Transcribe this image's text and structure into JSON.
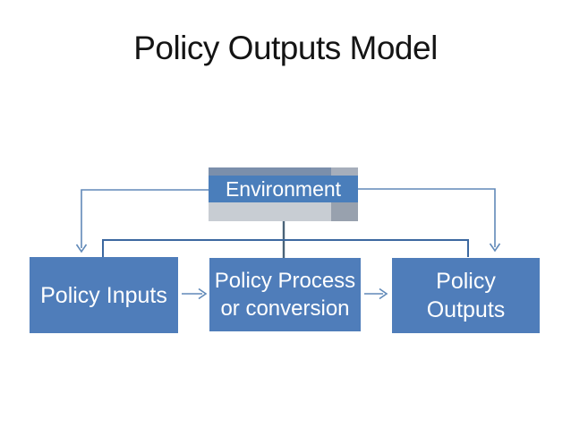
{
  "slide": {
    "title": "Policy Outputs Model",
    "background_color": "#ffffff",
    "title_color": "#141414"
  },
  "diagram": {
    "environment_box": {
      "label": "Environment",
      "fill": "#4a7ebb",
      "text_color": "#ffffff",
      "top_strip_left_color": "#7b8fab",
      "top_strip_right_color": "#a6aebb",
      "bottom_strip_left_color": "#c8cdd3",
      "bottom_strip_right_color": "#98a1ae"
    },
    "process_boxes": [
      {
        "id": "policy-inputs",
        "label_lines": [
          "Policy Inputs",
          ""
        ]
      },
      {
        "id": "policy-process",
        "label_lines": [
          "Policy Process",
          "or conversion"
        ]
      },
      {
        "id": "policy-outputs",
        "label_lines": [
          "Policy",
          "Outputs"
        ]
      }
    ],
    "box_fill": "#4f7dba",
    "box_text_color": "#ffffff",
    "connector_color": "#6089b8",
    "bracket_color": "#3c68a0",
    "stem_color": "#4a6378"
  }
}
